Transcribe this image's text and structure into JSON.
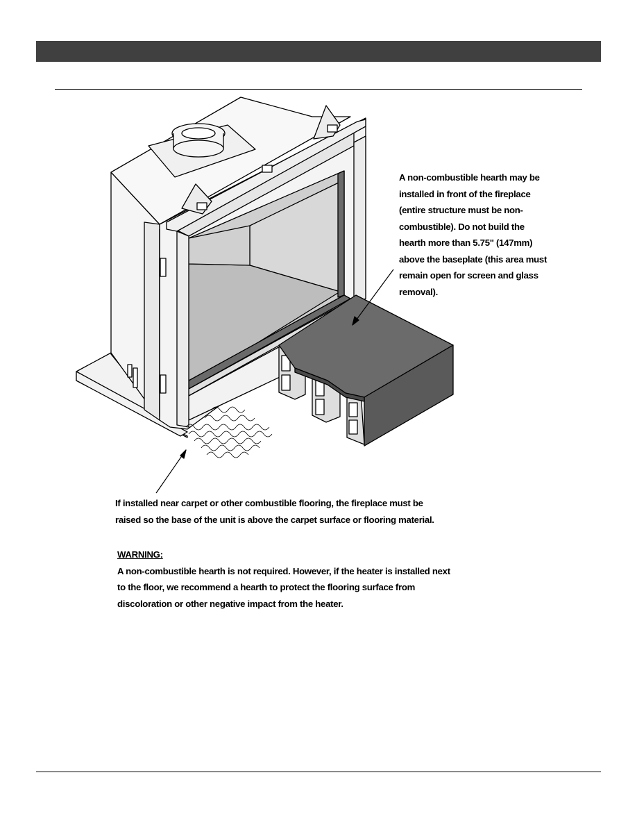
{
  "hearth_note": {
    "lines": [
      "A non-combustible hearth may be",
      "installed in front of the fireplace",
      "(entire structure must be non-",
      "combustible).  Do not build the",
      "hearth more than 5.75\" (147mm)",
      "above the baseplate (this area must",
      "remain open for screen and glass",
      "removal)."
    ]
  },
  "carpet_note": {
    "lines": [
      "If installed near carpet or other combustible flooring, the fireplace must be",
      "raised so the base of the unit is above the carpet surface or flooring material."
    ]
  },
  "warning": {
    "title": "WARNING:",
    "lines": [
      "A non-combustible hearth is not required.  However, if the heater is installed next",
      "to the floor, we recommend a hearth to protect the flooring surface from",
      "discoloration or other negative impact from the heater."
    ]
  },
  "colors": {
    "header_bar": "#404040",
    "hearth_top": "#6b6b6b",
    "hearth_side": "#5a5a5a",
    "firebox_gray": "#bdbdbd",
    "panel_light": "#ececec"
  }
}
